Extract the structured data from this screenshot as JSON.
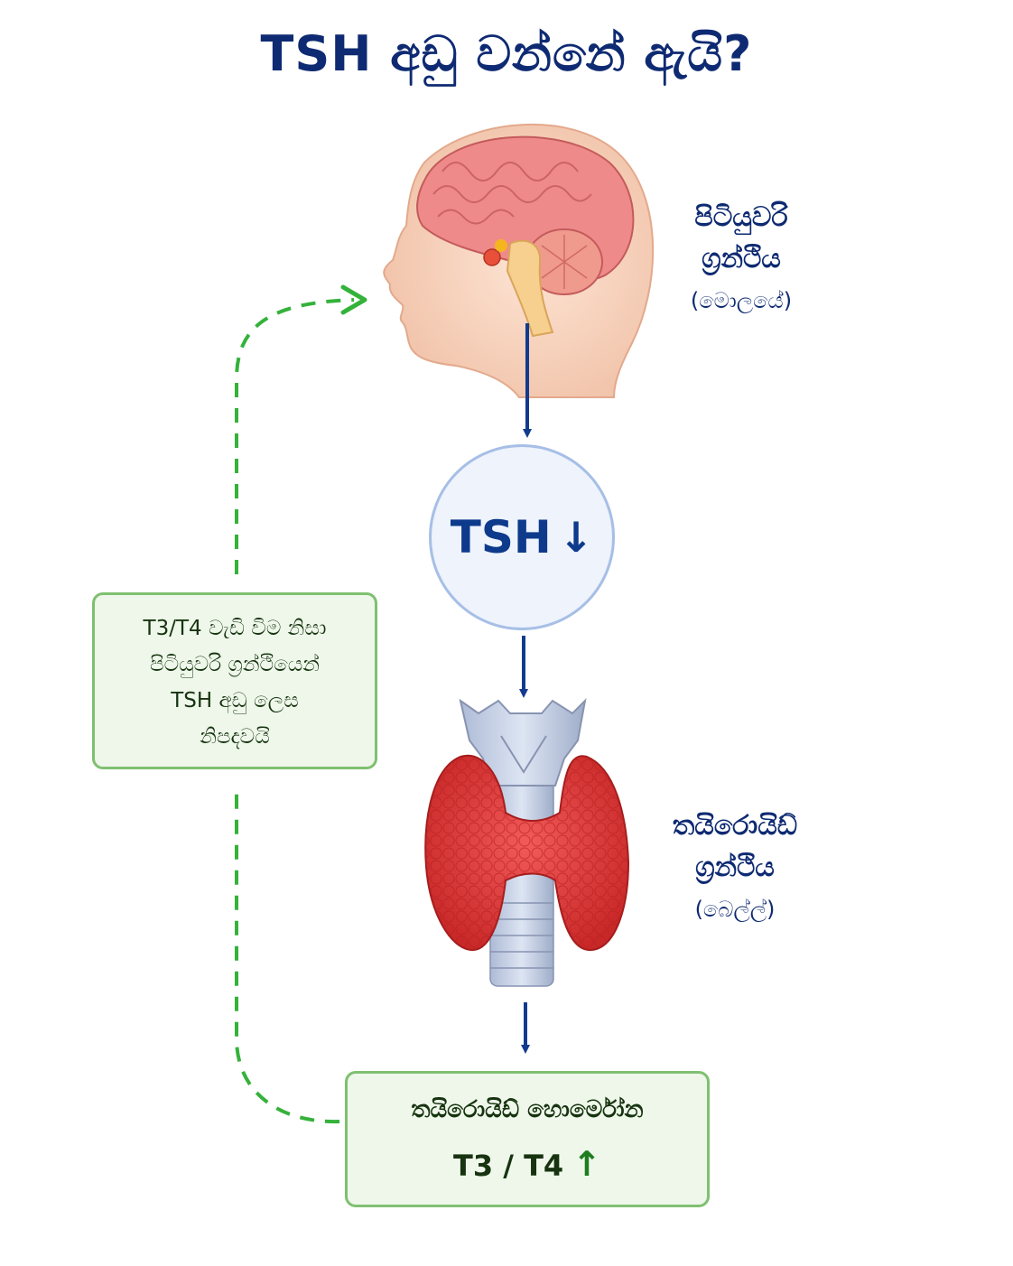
{
  "title": "TSH අඩු වන්නේ ඇයි?",
  "pituitary": {
    "line1": "පිටියුවරි",
    "line2": "ග්‍රන්ථිය",
    "location": "(මොලයේ)"
  },
  "tsh": {
    "label": "TSH",
    "arrow": "↓"
  },
  "thyroid": {
    "line1": "තයිරොයිඩ්",
    "line2": "ග්‍රන්ථිය",
    "location": "(බෙල්ල්)"
  },
  "feedback": {
    "line1": "T3/T4 වැඩි විම නිසා",
    "line2": "පිටියුවරි ග්‍රන්ථියෙන්",
    "line3": "TSH අඩු ලෙස",
    "line4": "නිපදවයි"
  },
  "hormones": {
    "title": "තයිරොයිඩ් හොර්මෝන",
    "value": "T3 / T4",
    "arrow": "↑"
  },
  "colors": {
    "title": "#0e2a72",
    "flow_arrow": "#123b8e",
    "feedback": "#34b23a"
  }
}
